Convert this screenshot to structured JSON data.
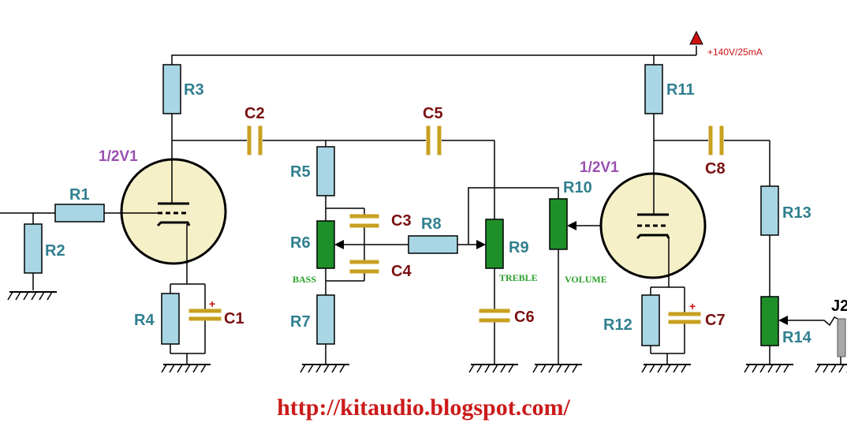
{
  "supply_label": "+140V/25mA",
  "url": "http://kitaudio.blogspot.com/",
  "tube_labels": [
    "1/2V1",
    "1/2V1"
  ],
  "resistors": [
    "R1",
    "R2",
    "R3",
    "R4",
    "R5",
    "R7",
    "R8",
    "R11",
    "R12",
    "R13"
  ],
  "potentiometers": [
    "R6",
    "R9",
    "R10",
    "R14"
  ],
  "capacitors": [
    "C1",
    "C2",
    "C3",
    "C4",
    "C5",
    "C6",
    "C7",
    "C8"
  ],
  "controls": [
    "BASS",
    "TREBLE",
    "VOLUME"
  ],
  "connector": "J2",
  "colors": {
    "resistor_fill": "#a9d6e5",
    "pot_fill": "#1f8f2a",
    "cap_plate": "#c8a020",
    "tube_fill": "#f5f0c8",
    "part_label": "#2f7f8f",
    "cap_label": "#7a1010",
    "tube_label": "#9a4fb0",
    "control_label": "#2aa02a",
    "supply_arrow": "#cc1010",
    "url": "#cc1a1a"
  }
}
